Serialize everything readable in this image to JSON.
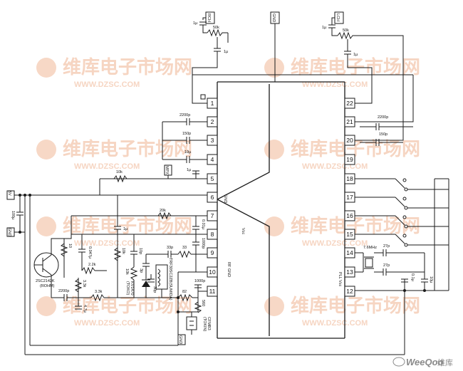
{
  "ic": {
    "pins_left": [
      "1",
      "2",
      "3",
      "4",
      "5",
      "6",
      "7",
      "8",
      "9",
      "10",
      "11"
    ],
    "pins_right": [
      "22",
      "21",
      "20",
      "19",
      "18",
      "17",
      "16",
      "15",
      "14",
      "13",
      "12"
    ],
    "label_gnd": "GND",
    "label_vcc": "Vcc",
    "label_rf_gnd": "RF GND",
    "label_pll_vcc": "PLL Vcc"
  },
  "terminals": {
    "rch": "RCH",
    "lch": "LCH",
    "gnd": "GND",
    "mpx": "MPX",
    "top_mid": "GND",
    "left_upper": "5V",
    "left_lower": "GND",
    "bottom": "GND"
  },
  "components": {
    "r_50k_left": "50k",
    "r_50k_right": "50k",
    "c_1u_a": "1µ",
    "c_1u_b": "1µ",
    "c_1u_c": "1µ",
    "c_1u_d": "1µ",
    "c_2200p_a": "2200p",
    "c_150p_a": "150p",
    "c_10u_a": "10µ",
    "c_1u_e": "1µ",
    "r_10k_mpx": "10k",
    "c_2200p_b": "2200p",
    "c_150p_b": "150p",
    "r_20k": "20k",
    "c_001u": "0.01µ",
    "c_1000p_a": "1000p",
    "c_33p": "33p",
    "r_33": "33",
    "c_100u": "100µ",
    "transistor": "2SC2142K",
    "transistor_mfr": "(ROHM)",
    "r_10": "10",
    "c_0047u": "0.047µ",
    "r_22k": "2.2k",
    "r_33k_a": "3.3k",
    "r_33k_b": "3.3k",
    "c_2200p_c": "2200p",
    "c_47u": "4.7µ",
    "r_10k_b": "10k",
    "c_10p": "10p",
    "r_10k_c": "10k",
    "c_3p": "3p",
    "varicap": "KV1470",
    "varicap_mfr": "(TOKO)",
    "coil": "TRF30SC2ZB(SUMIDA)",
    "c_30p": "30p",
    "c_1000p_b": "1000p",
    "r_82": "82",
    "r_560": "560",
    "filter": "CFMB3",
    "filter_mfr": "(TOKIN)",
    "crystal": "7.6MHz",
    "c_27p_a": "27p",
    "c_27p_b": "27p",
    "c_01u": "0.1µ",
    "c_10u_b": "10µ",
    "c_1u_f": "1µ"
  },
  "watermark": {
    "cn": "维库电子市场网",
    "url": "WWW.DZSC.COM"
  },
  "logo": {
    "brand": "WeeQoo",
    "cn": "维库"
  }
}
